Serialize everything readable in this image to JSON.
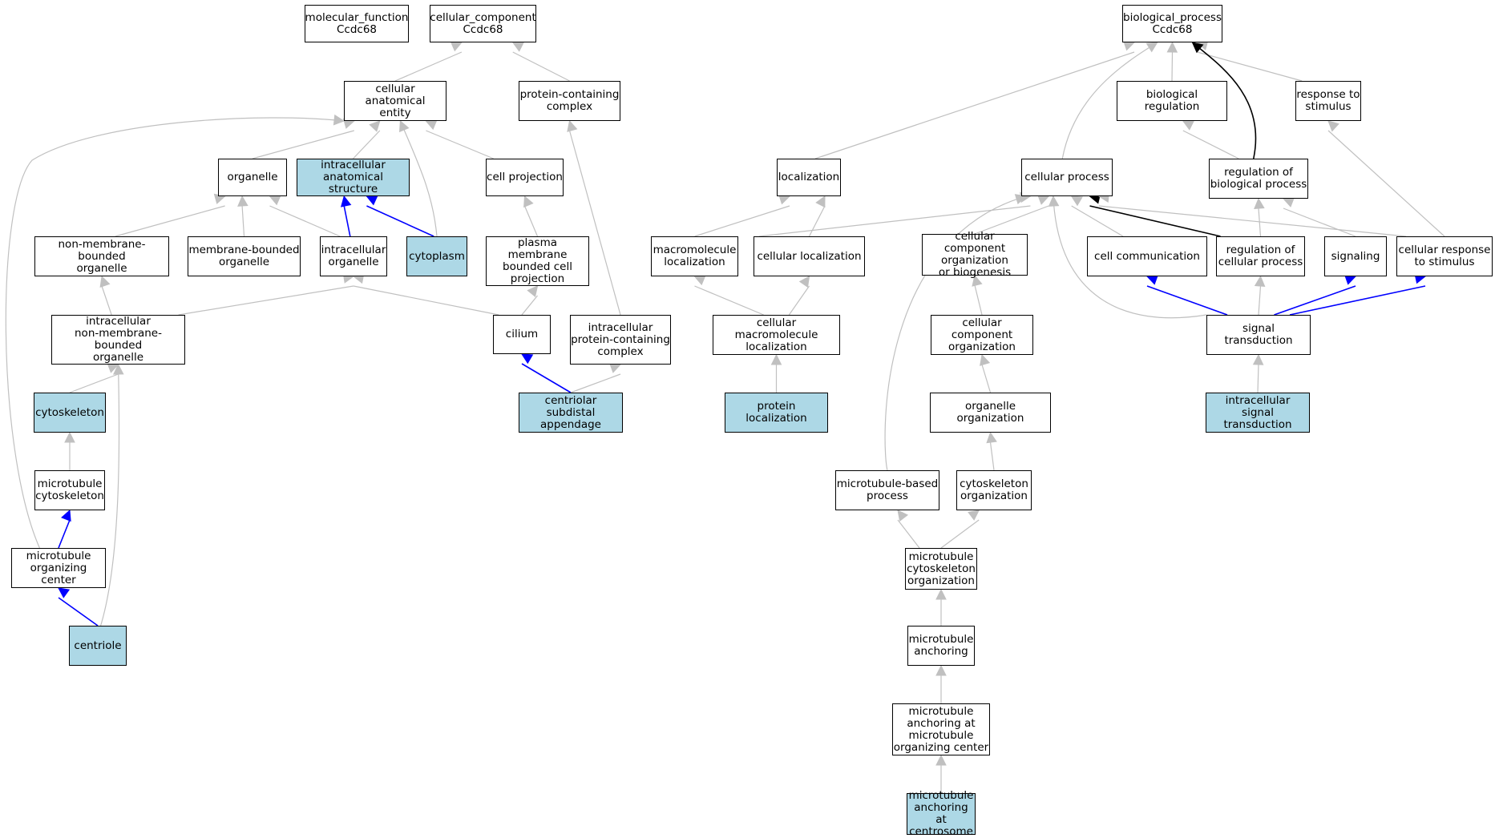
{
  "colors": {
    "edge_default": "#c0c0c0",
    "edge_blue": "#0000ff",
    "edge_black": "#000000",
    "highlight": "#add8e6"
  },
  "nodes": {
    "mf_root": {
      "label": "molecular_function\nCcdc68",
      "highlight": false
    },
    "cc_root": {
      "label": "cellular_component\nCcdc68",
      "highlight": false
    },
    "bp_root": {
      "label": "biological_process\nCcdc68",
      "highlight": false
    },
    "cae": {
      "label": "cellular anatomical\nentity",
      "highlight": false
    },
    "pcc": {
      "label": "protein-containing\ncomplex",
      "highlight": false
    },
    "organelle": {
      "label": "organelle",
      "highlight": false
    },
    "ias": {
      "label": "intracellular\nanatomical structure",
      "highlight": true
    },
    "cellproj": {
      "label": "cell projection",
      "highlight": false
    },
    "nmbo": {
      "label": "non-membrane-bounded\norganelle",
      "highlight": false
    },
    "mbo": {
      "label": "membrane-bounded\norganelle",
      "highlight": false
    },
    "io": {
      "label": "intracellular\norganelle",
      "highlight": false
    },
    "cytoplasm": {
      "label": "cytoplasm",
      "highlight": true
    },
    "pmbcp": {
      "label": "plasma membrane\nbounded cell\nprojection",
      "highlight": false
    },
    "inmbo": {
      "label": "intracellular\nnon-membrane-bounded\norganelle",
      "highlight": false
    },
    "cilium": {
      "label": "cilium",
      "highlight": false
    },
    "ipcc": {
      "label": "intracellular\nprotein-containing\ncomplex",
      "highlight": false
    },
    "cytoskeleton": {
      "label": "cytoskeleton",
      "highlight": true
    },
    "csa": {
      "label": "centriolar subdistal\nappendage",
      "highlight": true
    },
    "mtcs": {
      "label": "microtubule\ncytoskeleton",
      "highlight": false
    },
    "mtoc": {
      "label": "microtubule\norganizing center",
      "highlight": false
    },
    "centriole": {
      "label": "centriole",
      "highlight": true
    },
    "localization": {
      "label": "localization",
      "highlight": false
    },
    "cellproc": {
      "label": "cellular process",
      "highlight": false
    },
    "bioreg": {
      "label": "biological regulation",
      "highlight": false
    },
    "rts": {
      "label": "response to\nstimulus",
      "highlight": false
    },
    "rbp": {
      "label": "regulation of\nbiological process",
      "highlight": false
    },
    "macloc": {
      "label": "macromolecule\nlocalization",
      "highlight": false
    },
    "cellloc": {
      "label": "cellular localization",
      "highlight": false
    },
    "ccob": {
      "label": "cellular component\norganization\nor biogenesis",
      "highlight": false
    },
    "cellcomm": {
      "label": "cell communication",
      "highlight": false
    },
    "rcp": {
      "label": "regulation of\ncellular process",
      "highlight": false
    },
    "signaling": {
      "label": "signaling",
      "highlight": false
    },
    "crs": {
      "label": "cellular response\nto stimulus",
      "highlight": false
    },
    "cml": {
      "label": "cellular macromolecule\nlocalization",
      "highlight": false
    },
    "cco": {
      "label": "cellular component\norganization",
      "highlight": false
    },
    "st": {
      "label": "signal transduction",
      "highlight": false
    },
    "protloc": {
      "label": "protein localization",
      "highlight": true
    },
    "orgorg": {
      "label": "organelle organization",
      "highlight": false
    },
    "ist": {
      "label": "intracellular\nsignal transduction",
      "highlight": true
    },
    "mtbp": {
      "label": "microtubule-based\nprocess",
      "highlight": false
    },
    "csorg": {
      "label": "cytoskeleton\norganization",
      "highlight": false
    },
    "mtcsorg": {
      "label": "microtubule\ncytoskeleton\norganization",
      "highlight": false
    },
    "mtanch": {
      "label": "microtubule\nanchoring",
      "highlight": false
    },
    "mtamtoc": {
      "label": "microtubule\nanchoring at\nmicrotubule\norganizing center",
      "highlight": false
    },
    "mtacent": {
      "label": "microtubule\nanchoring at\ncentrosome",
      "highlight": true
    }
  },
  "edges": [
    {
      "from": "cae",
      "to": "cc_root",
      "color": "gray"
    },
    {
      "from": "pcc",
      "to": "cc_root",
      "color": "gray"
    },
    {
      "from": "organelle",
      "to": "cae",
      "color": "gray"
    },
    {
      "from": "ias",
      "to": "cae",
      "color": "gray"
    },
    {
      "from": "cytoplasm",
      "to": "cae",
      "color": "gray"
    },
    {
      "from": "cellproj",
      "to": "cae",
      "color": "gray"
    },
    {
      "from": "mtoc",
      "to": "cae",
      "color": "gray"
    },
    {
      "from": "nmbo",
      "to": "organelle",
      "color": "gray"
    },
    {
      "from": "mbo",
      "to": "organelle",
      "color": "gray"
    },
    {
      "from": "io",
      "to": "organelle",
      "color": "gray"
    },
    {
      "from": "io",
      "to": "ias",
      "color": "blue"
    },
    {
      "from": "cytoplasm",
      "to": "ias",
      "color": "blue"
    },
    {
      "from": "pmbcp",
      "to": "cellproj",
      "color": "gray"
    },
    {
      "from": "inmbo",
      "to": "nmbo",
      "color": "gray"
    },
    {
      "from": "inmbo",
      "to": "io",
      "color": "gray"
    },
    {
      "from": "cilium",
      "to": "io",
      "color": "gray"
    },
    {
      "from": "cilium",
      "to": "pmbcp",
      "color": "gray"
    },
    {
      "from": "ipcc",
      "to": "pcc",
      "color": "gray"
    },
    {
      "from": "cytoskeleton",
      "to": "inmbo",
      "color": "gray"
    },
    {
      "from": "centriole",
      "to": "inmbo",
      "color": "gray"
    },
    {
      "from": "csa",
      "to": "cilium",
      "color": "blue"
    },
    {
      "from": "csa",
      "to": "ipcc",
      "color": "gray"
    },
    {
      "from": "mtcs",
      "to": "cytoskeleton",
      "color": "gray"
    },
    {
      "from": "mtoc",
      "to": "mtcs",
      "color": "blue"
    },
    {
      "from": "centriole",
      "to": "mtoc",
      "color": "blue"
    },
    {
      "from": "localization",
      "to": "bp_root",
      "color": "gray"
    },
    {
      "from": "cellproc",
      "to": "bp_root",
      "color": "gray"
    },
    {
      "from": "bioreg",
      "to": "bp_root",
      "color": "gray"
    },
    {
      "from": "rts",
      "to": "bp_root",
      "color": "gray"
    },
    {
      "from": "rbp",
      "to": "bp_root",
      "color": "black"
    },
    {
      "from": "rbp",
      "to": "bioreg",
      "color": "gray"
    },
    {
      "from": "macloc",
      "to": "localization",
      "color": "gray"
    },
    {
      "from": "cellloc",
      "to": "localization",
      "color": "gray"
    },
    {
      "from": "cellloc",
      "to": "cellproc",
      "color": "gray"
    },
    {
      "from": "ccob",
      "to": "cellproc",
      "color": "gray"
    },
    {
      "from": "cellcomm",
      "to": "cellproc",
      "color": "gray"
    },
    {
      "from": "rcp",
      "to": "cellproc",
      "color": "black"
    },
    {
      "from": "crs",
      "to": "cellproc",
      "color": "gray"
    },
    {
      "from": "st",
      "to": "cellproc",
      "color": "gray"
    },
    {
      "from": "mtbp",
      "to": "cellproc",
      "color": "gray"
    },
    {
      "from": "rcp",
      "to": "rbp",
      "color": "gray"
    },
    {
      "from": "signaling",
      "to": "rbp",
      "color": "gray"
    },
    {
      "from": "crs",
      "to": "rts",
      "color": "gray"
    },
    {
      "from": "cml",
      "to": "macloc",
      "color": "gray"
    },
    {
      "from": "cml",
      "to": "cellloc",
      "color": "gray"
    },
    {
      "from": "cco",
      "to": "ccob",
      "color": "gray"
    },
    {
      "from": "st",
      "to": "cellcomm",
      "color": "blue"
    },
    {
      "from": "st",
      "to": "rcp",
      "color": "gray"
    },
    {
      "from": "st",
      "to": "signaling",
      "color": "blue"
    },
    {
      "from": "st",
      "to": "crs",
      "color": "blue"
    },
    {
      "from": "protloc",
      "to": "cml",
      "color": "gray"
    },
    {
      "from": "orgorg",
      "to": "cco",
      "color": "gray"
    },
    {
      "from": "ist",
      "to": "st",
      "color": "gray"
    },
    {
      "from": "csorg",
      "to": "orgorg",
      "color": "gray"
    },
    {
      "from": "mtcsorg",
      "to": "mtbp",
      "color": "gray"
    },
    {
      "from": "mtcsorg",
      "to": "csorg",
      "color": "gray"
    },
    {
      "from": "mtanch",
      "to": "mtcsorg",
      "color": "gray"
    },
    {
      "from": "mtamtoc",
      "to": "mtanch",
      "color": "gray"
    },
    {
      "from": "mtacent",
      "to": "mtamtoc",
      "color": "gray"
    }
  ]
}
